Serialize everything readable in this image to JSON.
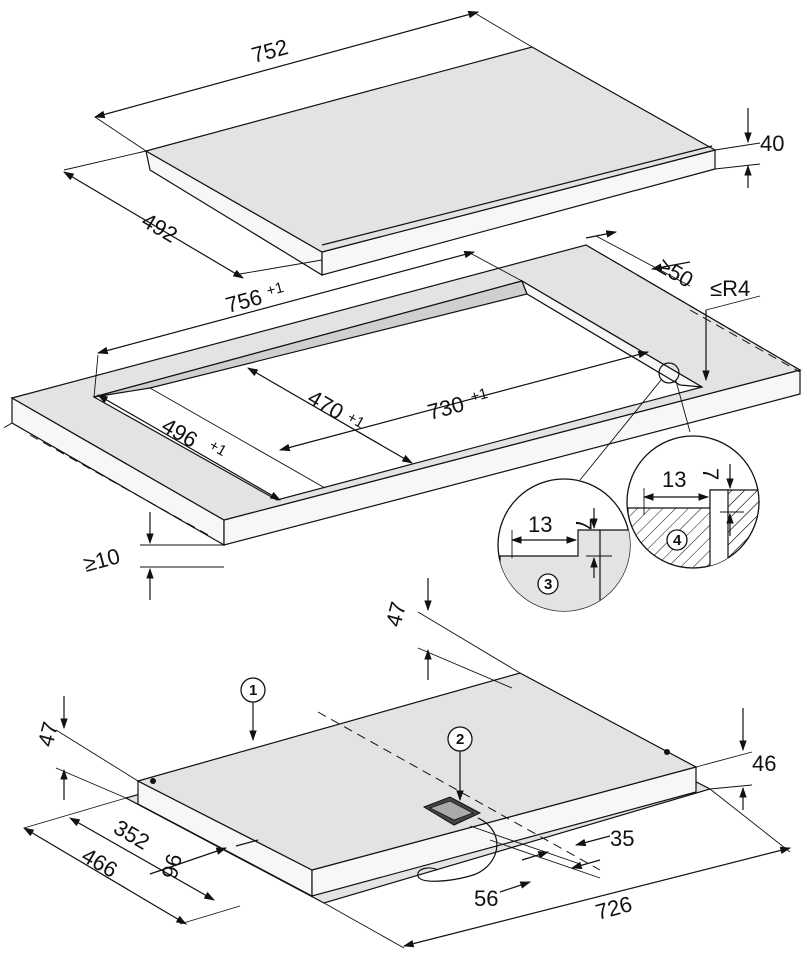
{
  "hob_top": {
    "width": "752",
    "depth": "492",
    "height": "40"
  },
  "cutout": {
    "overall_width": "756",
    "overall_width_tol": "+1",
    "overall_depth": "496",
    "overall_depth_tol": "+1",
    "inner_width": "730",
    "inner_width_tol": "+1",
    "inner_depth": "470",
    "inner_depth_tol": "+1",
    "rear_clearance": "≥50",
    "corner_radius": "≤R4",
    "worktop_thickness": "≥10"
  },
  "details": {
    "detail_3": {
      "label": "3",
      "horizontal": "13",
      "vertical": "7"
    },
    "detail_4": {
      "label": "4",
      "horizontal": "13",
      "vertical": "7"
    }
  },
  "hob_bottom": {
    "marker_1": "1",
    "marker_2": "2",
    "rear_height": "47",
    "left_height": "47",
    "right_height": "46",
    "width": "726",
    "depth": "466",
    "dim_352": "352",
    "dim_96": "96",
    "dim_35": "35",
    "dim_56": "56"
  }
}
